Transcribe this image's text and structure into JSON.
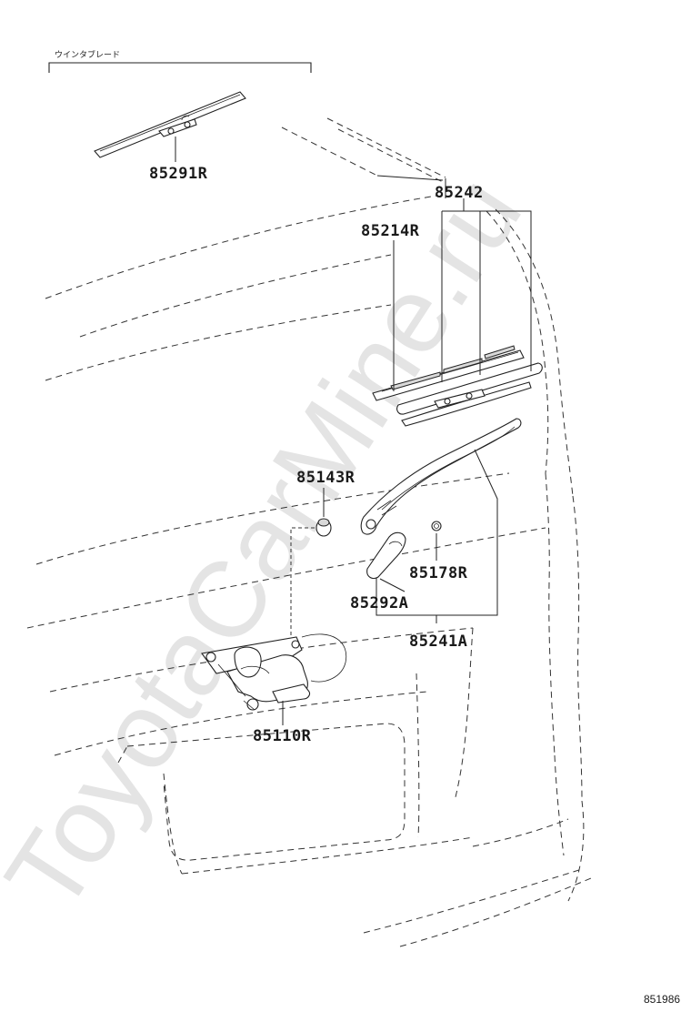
{
  "group_label": "ウインタブレード",
  "watermark": "ToyotaCarMine.ru",
  "diagram_id": "851986",
  "parts": {
    "blade_front": "85291R",
    "blade_assy": "85242",
    "rubber_refill": "85214R",
    "grommet": "85143R",
    "nut": "85178R",
    "cap": "85292A",
    "arm_assy": "85241A",
    "motor": "85110R"
  }
}
